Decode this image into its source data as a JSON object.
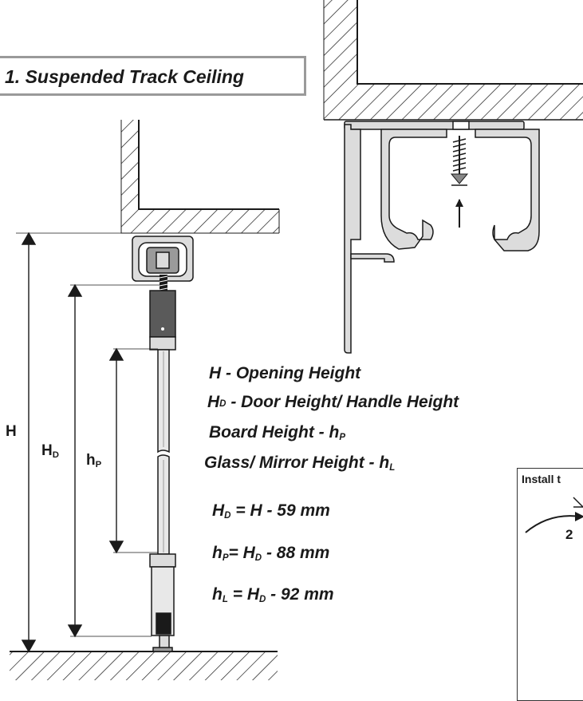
{
  "title": "1. Suspended Track Ceiling",
  "legend": {
    "opening_height": "H - Opening Height",
    "door_height_symbol": "H",
    "door_height_sub": "D",
    "door_height_text": " - Door Height/ Handle Height",
    "board_height_text": "Board Height - h",
    "board_height_sub": "P",
    "glass_height_text": "Glass/ Mirror Height - h",
    "glass_height_sub": "L"
  },
  "dimension_labels": {
    "H": "H",
    "HD_base": "H",
    "HD_sub": "D",
    "hP_base": "h",
    "hP_sub": "P"
  },
  "formulas": [
    {
      "lhs": "H",
      "lhs_sub": "D",
      "rhs_pre": " = H - 59 mm",
      "rhs_sub": "",
      "rhs_post": ""
    },
    {
      "lhs": "h",
      "lhs_sub": "P",
      "rhs_pre": "= H",
      "rhs_sub": "D",
      "rhs_post": " - 88 mm"
    },
    {
      "lhs": "h",
      "lhs_sub": "L",
      "rhs_pre": " = H",
      "rhs_sub": "D",
      "rhs_post": " - 92 mm"
    }
  ],
  "inset": {
    "title": "Install t",
    "step_number": "2"
  },
  "colors": {
    "line": "#1a1a1a",
    "profile_fill": "#dcdcdc",
    "title_border": "#9a9a9a",
    "dark_block": "#555555"
  }
}
